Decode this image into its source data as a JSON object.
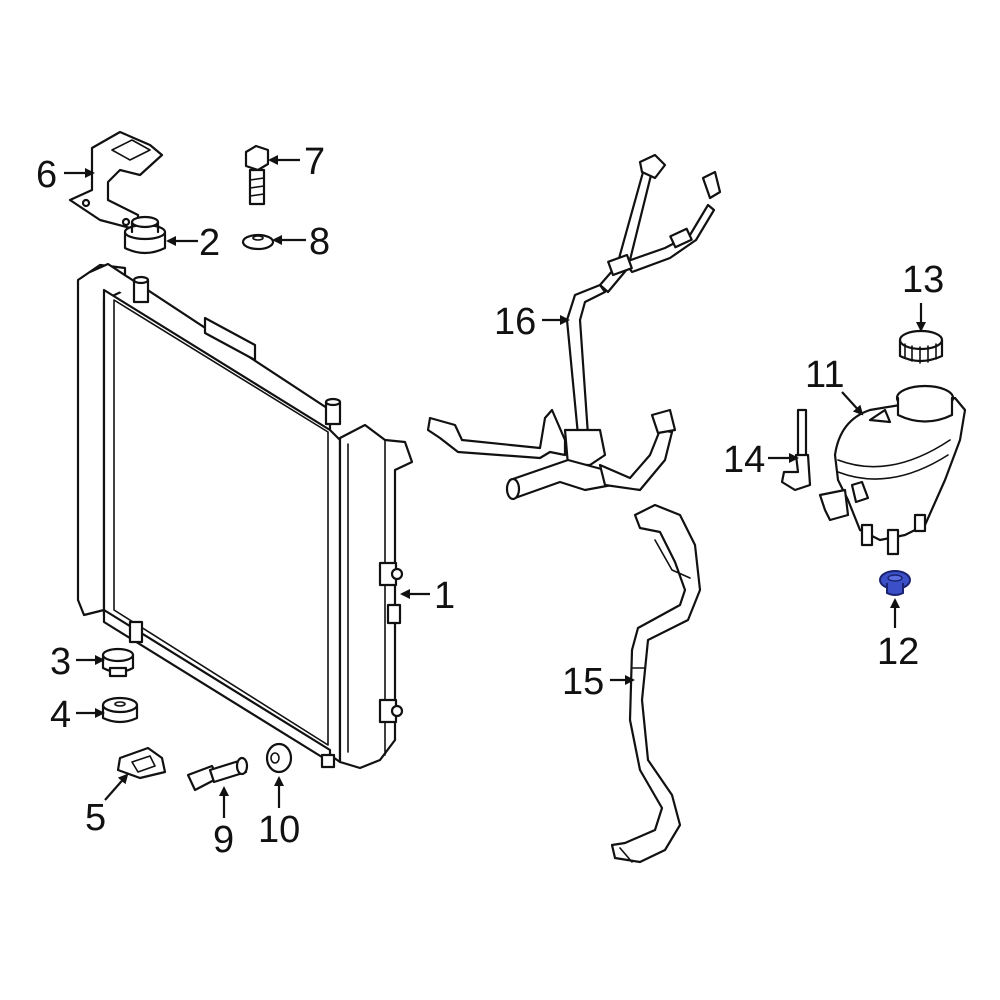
{
  "colors": {
    "line": "#111111",
    "background": "#ffffff",
    "highlight_fill": "#3b4fc8",
    "highlight_stroke": "#1a2370"
  },
  "callouts": {
    "c1": "1",
    "c2": "2",
    "c3": "3",
    "c4": "4",
    "c5": "5",
    "c6": "6",
    "c7": "7",
    "c8": "8",
    "c9": "9",
    "c10": "10",
    "c11": "11",
    "c12": "12",
    "c13": "13",
    "c14": "14",
    "c15": "15",
    "c16": "16"
  },
  "highlighted_part": "12"
}
